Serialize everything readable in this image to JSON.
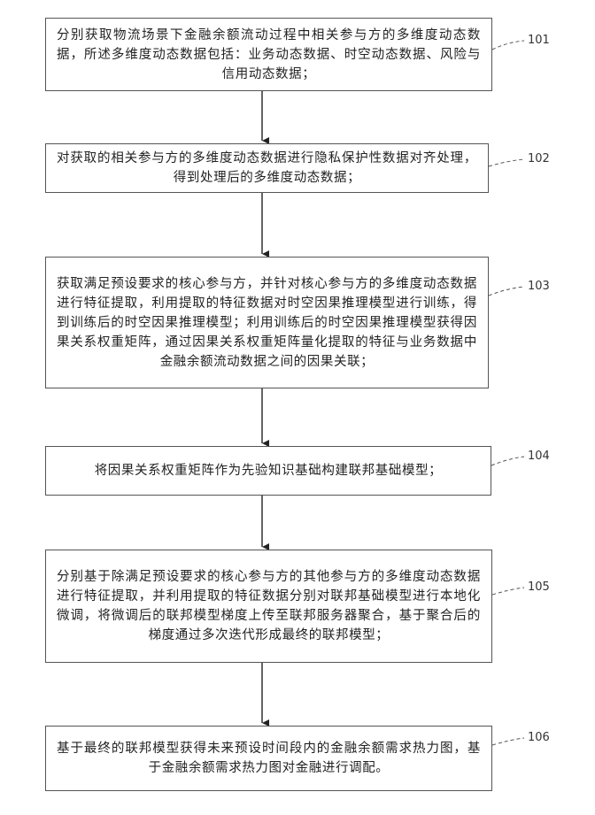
{
  "steps": [
    {
      "number": "101",
      "text": "分别获取物流场景下金融余额流动过程中相关参与方的多维度动态数据，所述多维度动态数据包括：业务动态数据、时空动态数据、风险与信用动态数据；"
    },
    {
      "number": "102",
      "text": "对获取的相关参与方的多维度动态数据进行隐私保护性数据对齐处理，得到处理后的多维度动态数据；"
    },
    {
      "number": "103",
      "text": "获取满足预设要求的核心参与方，并针对核心参与方的多维度动态数据进行特征提取，利用提取的特征数据对时空因果推理模型进行训练，得到训练后的时空因果推理模型；利用训练后的时空因果推理模型获得因果关系权重矩阵，通过因果关系权重矩阵量化提取的特征与业务数据中金融余额流动数据之间的因果关联；"
    },
    {
      "number": "104",
      "text": "将因果关系权重矩阵作为先验知识基础构建联邦基础模型；"
    },
    {
      "number": "105",
      "text": "分别基于除满足预设要求的核心参与方的其他参与方的多维度动态数据进行特征提取，并利用提取的特征数据分别对联邦基础模型进行本地化微调，将微调后的联邦模型梯度上传至联邦服务器聚合，基于聚合后的梯度通过多次迭代形成最终的联邦模型；"
    },
    {
      "number": "106",
      "text": "基于最终的联邦模型获得未来预设时间段内的金融余额需求热力图，基于金融余额需求热力图对金融进行调配。"
    }
  ]
}
